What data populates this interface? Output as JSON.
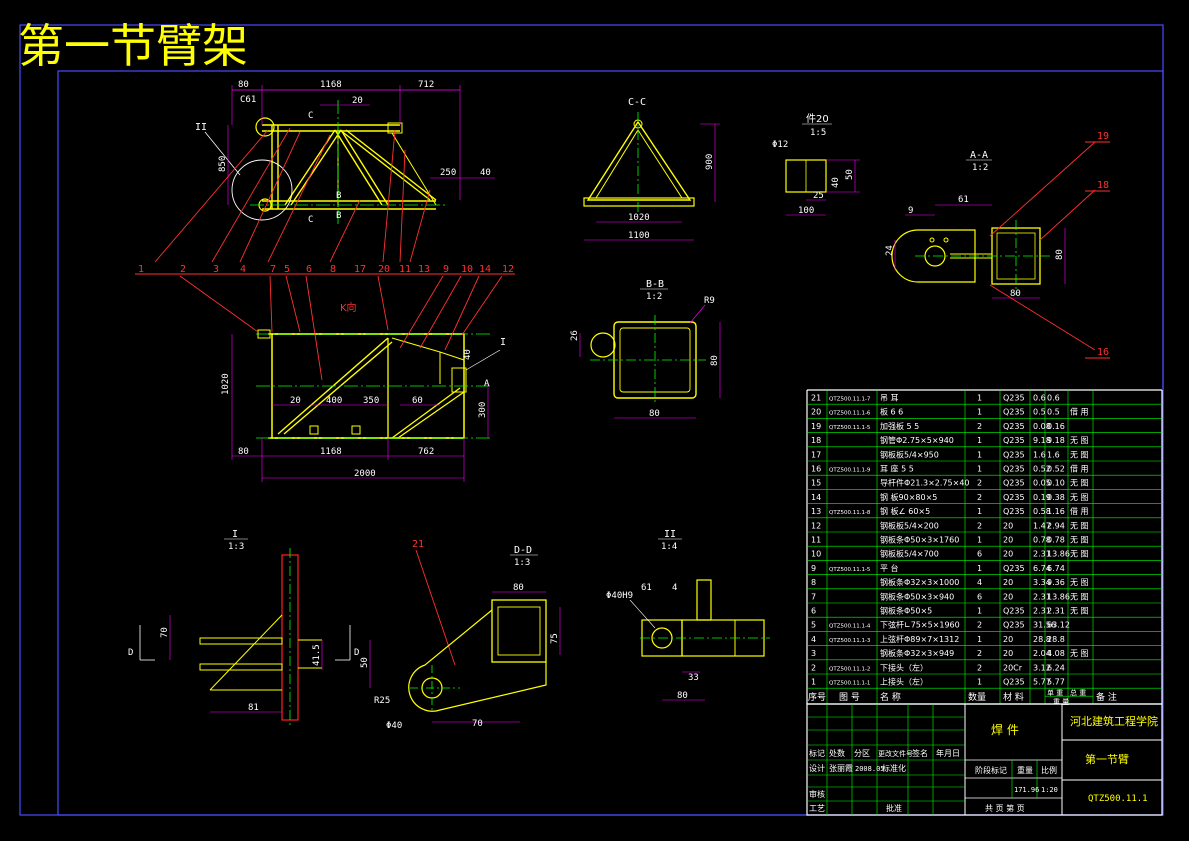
{
  "title": "第一节臂架",
  "views": {
    "section_cc": "C-C",
    "section_aa": "A-A",
    "section_aa_scale": "1:2",
    "section_bb": "B-B",
    "section_bb_scale": "1:2",
    "section_dd": "D-D",
    "section_dd_scale": "1:3",
    "detail_i": "I",
    "detail_i_scale": "1:3",
    "detail_ii": "II",
    "detail_ii_scale": "1:4",
    "part20": "件20",
    "part20_scale": "1:5",
    "k_view": "K向"
  },
  "dims": {
    "side_80": "80",
    "side_1168": "1168",
    "side_712": "712",
    "side_20": "20",
    "side_850": "850",
    "side_250": "250",
    "side_40": "40",
    "side_c": "C",
    "side_b": "B",
    "side_ii": "II",
    "side_c61": "C61",
    "cc_900": "900",
    "cc_1020": "1020",
    "cc_1100": "1100",
    "p20_phi12": "Φ12",
    "p20_40": "40",
    "p20_50": "50",
    "p20_25": "25",
    "p20_100": "100",
    "aa_9": "9",
    "aa_61": "61",
    "aa_24": "24",
    "aa_80v": "80",
    "aa_80h": "80",
    "bb_26": "26",
    "bb_r9": "R9",
    "bb_80v": "80",
    "bb_80h": "80",
    "top_1020": "1020",
    "top_20": "20",
    "top_400": "400",
    "top_350": "350",
    "top_60": "60",
    "top_300": "300",
    "top_80": "80",
    "top_1168": "1168",
    "top_762": "762",
    "top_2000": "2000",
    "top_a": "A",
    "top_i": "I",
    "top_40": "40",
    "di_70": "70",
    "di_41_5": "41.5",
    "di_81": "81",
    "di_d1": "D",
    "di_d2": "D",
    "dd_80": "80",
    "dd_75": "75",
    "dd_50": "50",
    "dd_r25": "R25",
    "dd_phi40": "Φ40",
    "dd_70": "70",
    "dd_21": "21",
    "dii_phi40h9": "Φ40H9",
    "dii_61": "61",
    "dii_4": "4",
    "dii_33": "33",
    "dii_80": "80"
  },
  "balloons": [
    "1",
    "2",
    "3",
    "4",
    "7",
    "5",
    "6",
    "8",
    "17",
    "20",
    "11",
    "13",
    "9",
    "10",
    "14",
    "12",
    "19",
    "18",
    "16"
  ],
  "bom": {
    "rows": [
      [
        "21",
        "QTZ500.11.1-7",
        "吊 耳",
        "1",
        "Q235",
        "0.6",
        "0.6",
        ""
      ],
      [
        "20",
        "QTZ500.11.1-6",
        "板 6 6",
        "1",
        "Q235",
        "0.5",
        "0.5",
        "借 用"
      ],
      [
        "19",
        "QTZ500.11.1-5",
        "加强板 5 5",
        "2",
        "Q235",
        "0.08",
        "0.16",
        ""
      ],
      [
        "18",
        "",
        "钢管Φ2.75×5×940",
        "1",
        "Q235",
        "9.18",
        "9.18",
        "无 图"
      ],
      [
        "17",
        "",
        "钢板板5/4×950",
        "1",
        "Q235",
        "1.6",
        "1.6",
        "无 图"
      ],
      [
        "16",
        "QTZ500.11.1-9",
        "耳 座 5 5",
        "1",
        "Q235",
        "0.52",
        "0.52",
        "借 用"
      ],
      [
        "15",
        "",
        "导杆件Φ21.3×2.75×40",
        "2",
        "Q235",
        "0.05",
        "0.10",
        "无 图"
      ],
      [
        "14",
        "",
        "钢 板90×80×5",
        "2",
        "Q235",
        "0.19",
        "0.38",
        "无 图"
      ],
      [
        "13",
        "QTZ500.11.1-8",
        "钢 板∠ 60×5",
        "1",
        "Q235",
        "0.58",
        "1.16",
        "借 用"
      ],
      [
        "12",
        "",
        "钢板板5/4×200",
        "2",
        "20",
        "1.47",
        "2.94",
        "无 图"
      ],
      [
        "11",
        "",
        "钢板条Φ50×3×1760",
        "1",
        "20",
        "0.78",
        "0.78",
        "无 图"
      ],
      [
        "10",
        "",
        "钢板板5/4×700",
        "6",
        "20",
        "2.31",
        "13.86",
        "无 图"
      ],
      [
        "9",
        "QTZ500.11.1-5",
        "平 台",
        "1",
        "Q235",
        "6.74",
        "6.74",
        ""
      ],
      [
        "8",
        "",
        "钢板条Φ32×3×1000",
        "4",
        "20",
        "3.34",
        "9.36",
        "无 图"
      ],
      [
        "7",
        "",
        "钢板条Φ50×3×940",
        "6",
        "20",
        "2.31",
        "13.86",
        "无 图"
      ],
      [
        "6",
        "",
        "钢板条Φ50×5",
        "1",
        "Q235",
        "2.31",
        "2.31",
        "无 图"
      ],
      [
        "5",
        "QTZ500.11.1-4",
        "下弦杆∟75×5×1960",
        "2",
        "Q235",
        "31.56",
        "63.12",
        ""
      ],
      [
        "4",
        "QTZ500.11.1-3",
        "上弦杆Φ89×7×1312",
        "1",
        "20",
        "28.8",
        "28.8",
        ""
      ],
      [
        "3",
        "",
        "钢板条Φ32×3×949",
        "2",
        "20",
        "2.04",
        "4.08",
        "无 图"
      ],
      [
        "2",
        "QTZ500.11.1-2",
        "下接头（左）",
        "2",
        "20Cr",
        "3.12",
        "6.24",
        ""
      ],
      [
        "1",
        "QTZ500.11.1-1",
        "上接头（左）",
        "1",
        "Q235",
        "5.77",
        "5.77",
        ""
      ]
    ],
    "header": {
      "no": "序号",
      "code": "图 号",
      "name": "名 称",
      "qty": "数量",
      "material": "材 料",
      "unit_weight": "单 重",
      "total_weight": "总 重",
      "weight_group": "重 量",
      "note": "备 注"
    }
  },
  "title_block": {
    "part_type": "焊 件",
    "school": "河北建筑工程学院",
    "drawing_name": "第一节臂",
    "drawing_no": "QTZ500.11.1",
    "mark": "标记",
    "count": "处数",
    "zone": "分区",
    "change_doc": "更改文件号",
    "sign": "签名",
    "date": "年月日",
    "design": "设计",
    "designer": "张丽霞",
    "design_date": "2008.05",
    "standardize": "标准化",
    "stage_mark": "阶段标记",
    "weight": "重量",
    "scale": "比例",
    "weight_value": "171.96",
    "scale_value": "1:20",
    "review": "审核",
    "process": "工艺",
    "approve": "批准",
    "sheets": "共 页  第 页"
  }
}
